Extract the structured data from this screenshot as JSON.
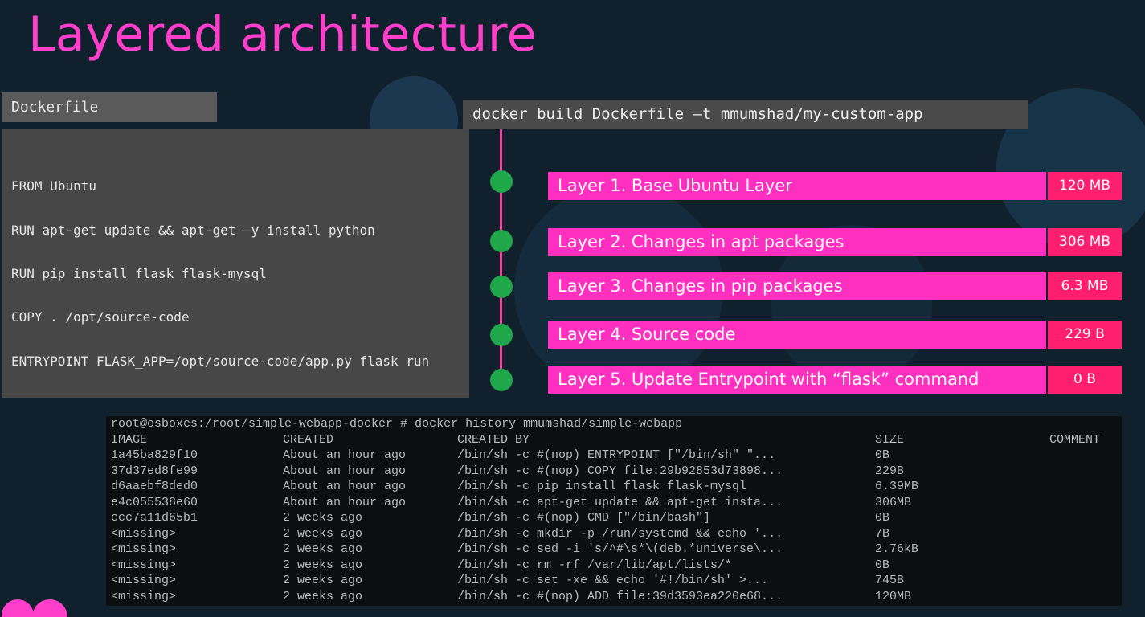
{
  "title": "Layered architecture",
  "dockerfile": {
    "label": "Dockerfile",
    "lines": [
      "FROM Ubuntu",
      "RUN apt-get update && apt-get –y install python",
      "RUN pip install flask flask-mysql",
      "COPY . /opt/source-code",
      "ENTRYPOINT FLASK_APP=/opt/source-code/app.py flask run"
    ]
  },
  "build_command": "docker build Dockerfile –t mmumshad/my-custom-app",
  "layers": [
    {
      "label": "Layer 1. Base Ubuntu Layer",
      "size": "120 MB"
    },
    {
      "label": "Layer 2. Changes in apt packages",
      "size": "306 MB"
    },
    {
      "label": "Layer 3. Changes in pip packages",
      "size": "6.3 MB"
    },
    {
      "label": "Layer 4. Source code",
      "size": "229 B"
    },
    {
      "label": "Layer 5. Update Entrypoint with “flask” command",
      "size": "0 B"
    }
  ],
  "terminal": {
    "prompt": "root@osboxes:/root/simple-webapp-docker # docker history mmumshad/simple-webapp",
    "headers": [
      "IMAGE",
      "CREATED",
      "CREATED BY",
      "SIZE",
      "COMMENT"
    ],
    "rows": [
      [
        "1a45ba829f10",
        "About an hour ago",
        "/bin/sh -c #(nop)  ENTRYPOINT [\"/bin/sh\" \"...",
        "0B",
        ""
      ],
      [
        "37d37ed8fe99",
        "About an hour ago",
        "/bin/sh -c #(nop) COPY file:29b92853d73898...",
        "229B",
        ""
      ],
      [
        "d6aaebf8ded0",
        "About an hour ago",
        "/bin/sh -c pip install flask flask-mysql",
        "6.39MB",
        ""
      ],
      [
        "e4c055538e60",
        "About an hour ago",
        "/bin/sh -c apt-get update && apt-get insta...",
        "306MB",
        ""
      ],
      [
        "ccc7a11d65b1",
        "2 weeks ago",
        "/bin/sh -c #(nop)  CMD [\"/bin/bash\"]",
        "0B",
        ""
      ],
      [
        "<missing>",
        "2 weeks ago",
        "/bin/sh -c mkdir -p /run/systemd && echo '...",
        "7B",
        ""
      ],
      [
        "<missing>",
        "2 weeks ago",
        "/bin/sh -c sed -i 's/^#\\s*\\(deb.*universe\\...",
        "2.76kB",
        ""
      ],
      [
        "<missing>",
        "2 weeks ago",
        "/bin/sh -c rm -rf /var/lib/apt/lists/*",
        "0B",
        ""
      ],
      [
        "<missing>",
        "2 weeks ago",
        "/bin/sh -c set -xe   && echo '#!/bin/sh' >...",
        "745B",
        ""
      ],
      [
        "<missing>",
        "2 weeks ago",
        "/bin/sh -c #(nop) ADD file:39d3593ea220e68...",
        "120MB",
        ""
      ]
    ]
  },
  "colors": {
    "accent": "#ff3fcb",
    "layer_bar": "#ff2fc0",
    "size_bar": "#ff1f6e",
    "dot": "#1ea84a",
    "background": "#10212d"
  }
}
